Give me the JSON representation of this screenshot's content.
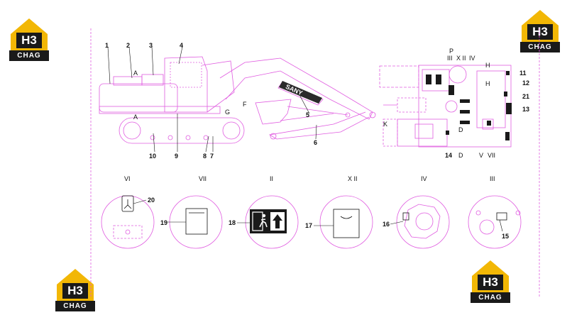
{
  "logo": {
    "mark": "H3",
    "tag": "CHAG"
  },
  "colors": {
    "line": "#e05ce0",
    "ink": "#111111",
    "logo_yellow": "#f2b705",
    "logo_dark": "#1a1a1a"
  },
  "side_view": {
    "numbers": [
      "1",
      "2",
      "3",
      "4",
      "5",
      "6",
      "7",
      "8",
      "9",
      "10"
    ],
    "letters": {
      "a_top": "A",
      "a_bottom": "A",
      "g": "G",
      "f": "F"
    },
    "boom_brand": "SANY"
  },
  "top_view": {
    "roman": [
      "III",
      "X II",
      "IV"
    ],
    "letters": {
      "p": "P",
      "h_top": "H",
      "h_mid": "H",
      "k": "K",
      "d_mid": "D",
      "d_bottom": "D",
      "v": "V",
      "vii": "VII"
    },
    "numbers": {
      "n11": "11",
      "n12": "12",
      "n13": "13",
      "n14": "14",
      "n21": "21"
    }
  },
  "details": [
    {
      "roman": "VI",
      "number": "20",
      "icon": "fork-symbol-icon"
    },
    {
      "roman": "VII",
      "number": "19",
      "icon": "document-plate-icon"
    },
    {
      "roman": "II",
      "number": "18",
      "icon": "emergency-exit-icon"
    },
    {
      "roman": "X II",
      "number": "17",
      "icon": "hook-warning-icon"
    },
    {
      "roman": "IV",
      "number": "16",
      "icon": "flange-plate-icon"
    },
    {
      "roman": "III",
      "number": "15",
      "icon": "label-plate-icon"
    }
  ]
}
